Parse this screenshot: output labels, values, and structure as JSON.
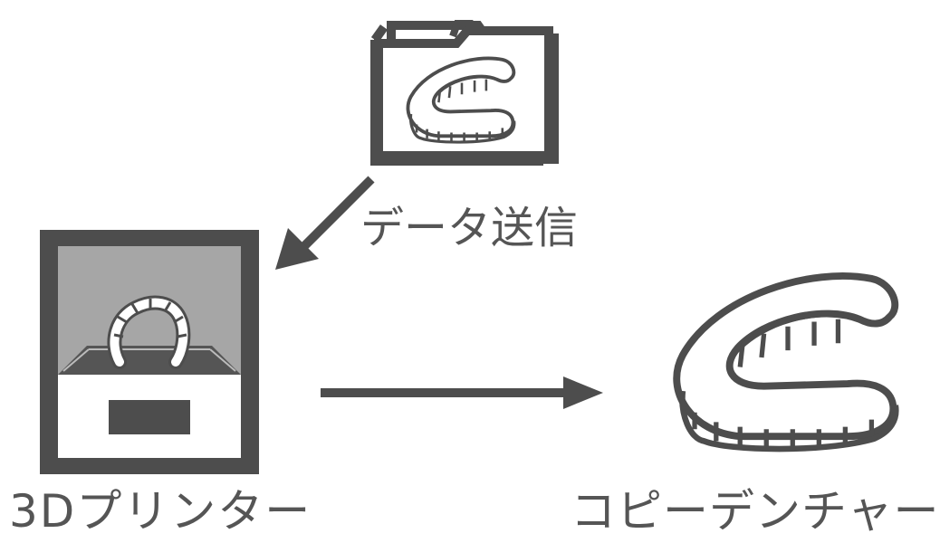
{
  "labels": {
    "data_transfer": "データ送信",
    "printer": "3Dプリンター",
    "copy_denture": "コピーデンチャー"
  },
  "icons": {
    "data_folder": "folder-with-denture-icon",
    "printer": "3d-printer-icon",
    "result": "denture-icon",
    "arrow_send": "arrow-down-left-icon",
    "arrow_output": "arrow-right-icon"
  },
  "colors": {
    "stroke": "#4d4d4d",
    "chamber": "#a6a6a6",
    "panel": "#ffffff",
    "text": "#555555"
  }
}
